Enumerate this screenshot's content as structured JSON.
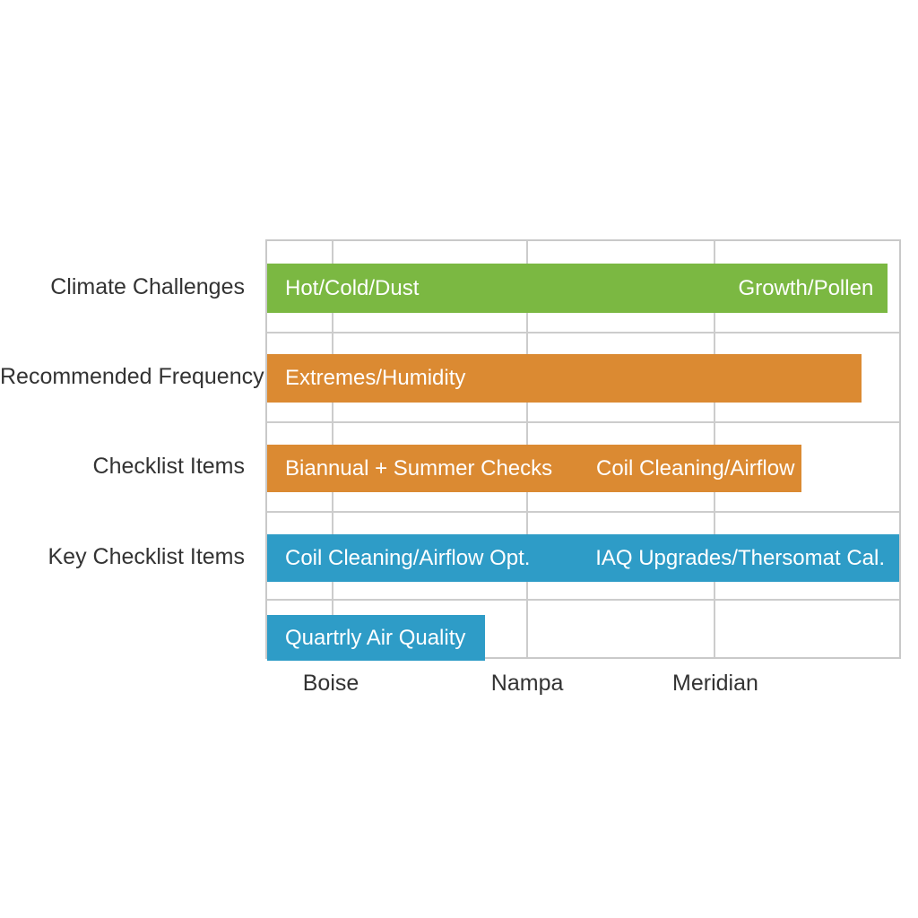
{
  "chart_data": {
    "type": "bar",
    "orientation": "horizontal",
    "title": "",
    "background": "#ffffff",
    "grid": "on",
    "grid_color": "#cccccc",
    "bar_text_color": "#ffffff",
    "axis_text_color": "#333333",
    "palette": {
      "green": "#7bb842",
      "orange": "#db8a32",
      "blue": "#2e9cc7"
    },
    "x_axis": {
      "ticks": [
        {
          "label": "Boise",
          "pos_pct": 10.3
        },
        {
          "label": "Nampa",
          "pos_pct": 41.2
        },
        {
          "label": "Meridian",
          "pos_pct": 70.8
        }
      ]
    },
    "rows": [
      {
        "category": "Climate Challenges",
        "bar": {
          "color": "#7bb842",
          "length_pct": 98.2,
          "segment_labels": [
            "Hot/Cold/Dust",
            "Growth/Pollen"
          ]
        }
      },
      {
        "category": "Recommended Frequency",
        "bar": {
          "color": "#db8a32",
          "length_pct": 94.0,
          "segment_labels": [
            "Extremes/Humidity"
          ]
        }
      },
      {
        "category": "Checklist Items",
        "bar": {
          "color": "#db8a32",
          "length_pct": 84.6,
          "segment_labels": [
            "Biannual + Summer Checks",
            "Coil Cleaning/Airflow"
          ]
        }
      },
      {
        "category": "Key Checklist Items",
        "bar": {
          "color": "#2e9cc7",
          "length_pct": 100.0,
          "segment_labels": [
            "Coil Cleaning/Airflow Opt.",
            "IAQ Upgrades/Thersomat Cal."
          ]
        }
      },
      {
        "category": "",
        "bar": {
          "color": "#2e9cc7",
          "length_pct": 34.4,
          "segment_labels": [
            "Quartrly Air Quality"
          ]
        }
      }
    ]
  }
}
